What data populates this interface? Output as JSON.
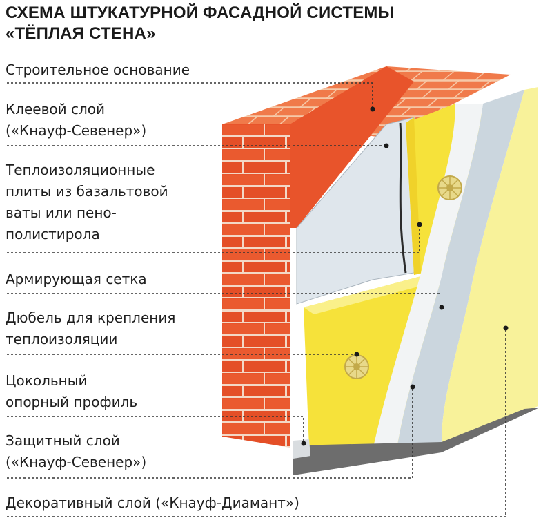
{
  "title": {
    "line1": "СХЕМА ШТУКАТУРНОЙ ФАСАДНОЙ СИСТЕМЫ",
    "line2": "«ТЁПЛАЯ СТЕНА»"
  },
  "labels": [
    {
      "id": "base",
      "lines": [
        "Строительное основание"
      ]
    },
    {
      "id": "glue",
      "lines": [
        "Клеевой слой",
        "(«Кнауф-Севенер»)"
      ]
    },
    {
      "id": "insulation",
      "lines": [
        "Теплоизоляционные",
        "плиты из базальтовой",
        "ваты или пено-",
        "полистирола"
      ]
    },
    {
      "id": "mesh",
      "lines": [
        "Армирующая сетка"
      ]
    },
    {
      "id": "dowel",
      "lines": [
        "Дюбель для крепления",
        "теплоизоляции"
      ]
    },
    {
      "id": "profile",
      "lines": [
        "Цокольный",
        "опорный профиль"
      ]
    },
    {
      "id": "protective",
      "lines": [
        "Защитный слой",
        "(«Кнауф-Севенер»)"
      ]
    },
    {
      "id": "decorative",
      "lines": [
        "Декоративный слой («Кнауф-Диамант»)"
      ]
    }
  ],
  "colors": {
    "brick": "#e8542b",
    "brick_top": "#f07a4a",
    "mortar": "#f3d8c6",
    "glue_layer": "#dfe6ec",
    "insulation": "#f6e23a",
    "insulation_light": "#faf08a",
    "mesh_layer": "#cbd6de",
    "finish": "#f8f29a",
    "profile": "#6d6d6d",
    "leader_line": "#333333"
  }
}
